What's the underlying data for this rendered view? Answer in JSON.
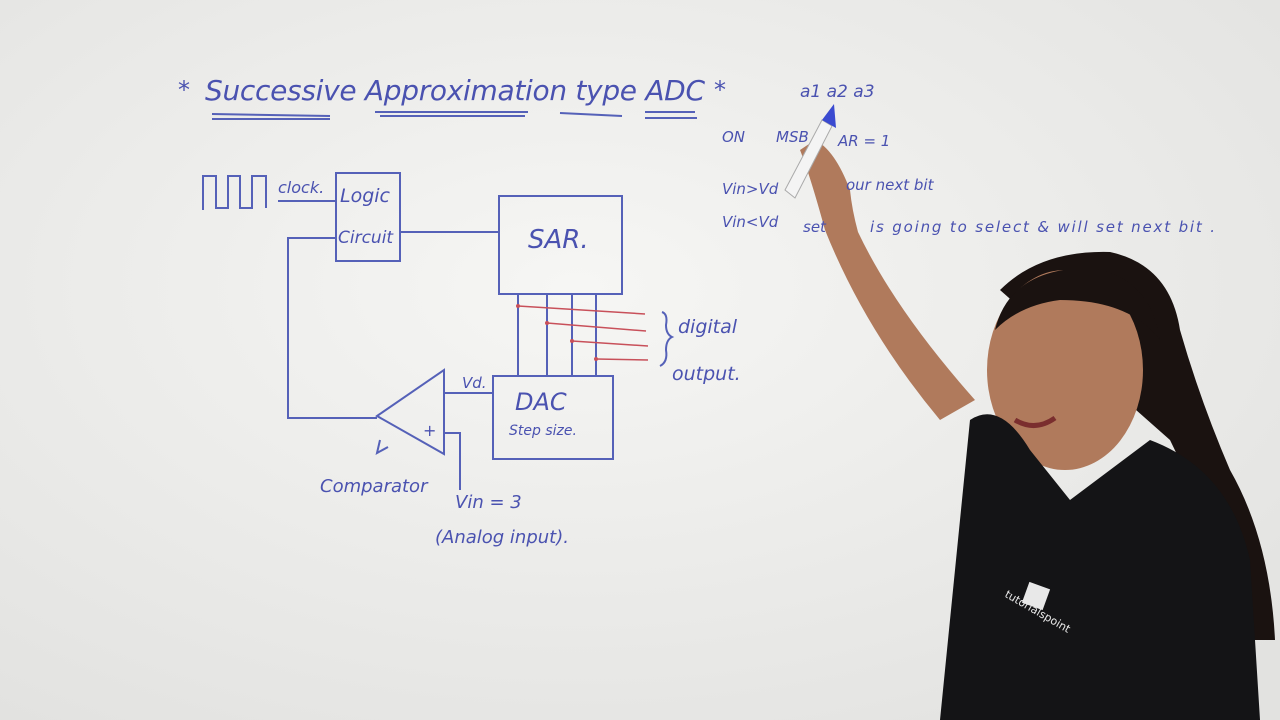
{
  "board": {
    "title": "Successive Approximation type ADC",
    "title_star": "*",
    "ink_color": "#4a52b0",
    "output_line_color": "#c8505a",
    "background_color": "#eeeeec"
  },
  "diagram": {
    "clock_label": "clock.",
    "logic_line1": "Logic",
    "logic_line2": "Circuit",
    "sar_label": "SAR.",
    "dac_label": "DAC",
    "dac_sub": "Step size.",
    "vd_label": "Vd.",
    "plus_sign": "+",
    "comparator_label": "Comparator",
    "vin_label": "Vin = 3",
    "analog_label": "(Analog input).",
    "digital_line1": "digital",
    "digital_line2": "output."
  },
  "notes": {
    "bits": "a1 a2 a3",
    "line1_left": "ON",
    "line1_mid": "MSB",
    "line1_right": "AR = 1",
    "line2_left": "Vin>Vd",
    "line2_right": "our next bit",
    "line3_left": "Vin<Vd",
    "line3_mid": "set",
    "line3_right": "is going to select & will set next bit ."
  },
  "presenter": {
    "shirt_logo": "tutorialspoint",
    "shirt_color": "#141416",
    "skin_color": "#b07a5c",
    "hair_color": "#1a1210"
  }
}
